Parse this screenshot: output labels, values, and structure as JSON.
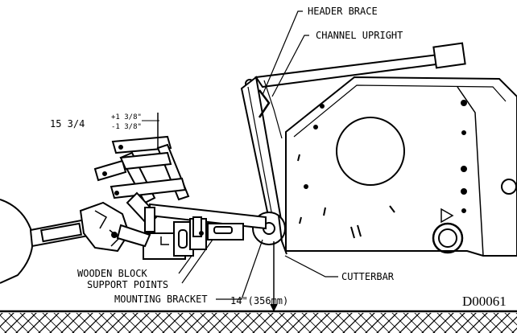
{
  "callouts": {
    "header_brace": "HEADER BRACE",
    "channel_upright": "CHANNEL UPRIGHT",
    "wooden_block_line1": "WOODEN BLOCK",
    "wooden_block_line2": "SUPPORT POINTS",
    "mounting_bracket": "MOUNTING BRACKET",
    "cutterbar": "CUTTERBAR",
    "height": "14\"(356mm)"
  },
  "dimension": {
    "main": "15 3/4",
    "plus": "+1 3/8\"",
    "minus": "-1 3/8\""
  },
  "drawing_code": "D00061"
}
